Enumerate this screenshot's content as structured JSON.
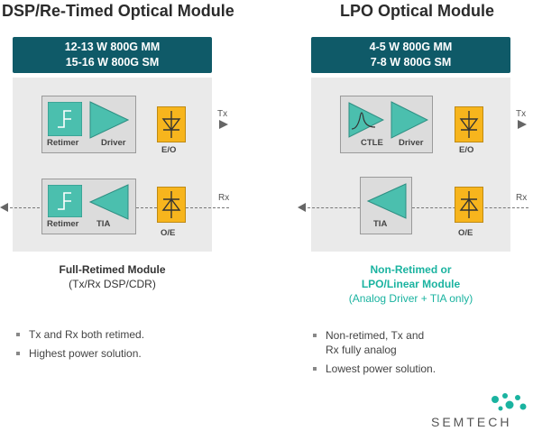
{
  "left": {
    "title": "DSP/Re-Timed Optical Module",
    "banner_line1": "12-13 W 800G MM",
    "banner_line2": "15-16 W 800G SM",
    "tx_top_label_1": "Retimer",
    "tx_top_label_2": "Driver",
    "eo_label": "E/O",
    "rx_label_1": "Retimer",
    "rx_label_2": "TIA",
    "oe_label": "O/E",
    "tx_signal": "Tx",
    "rx_signal": "Rx",
    "caption_bold": "Full-Retimed Module",
    "caption_normal": "(Tx/Rx DSP/CDR)",
    "bullets": [
      "Tx and Rx both retimed.",
      "Highest power solution."
    ]
  },
  "right": {
    "title": "LPO Optical Module",
    "banner_line1": "4-5 W 800G MM",
    "banner_line2": "7-8 W 800G SM",
    "tx_top_label_1": "CTLE",
    "tx_top_label_2": "Driver",
    "eo_label": "E/O",
    "rx_label_1": "TIA",
    "oe_label": "O/E",
    "tx_signal": "Tx",
    "rx_signal": "Rx",
    "caption_bold_1": "Non-Retimed or",
    "caption_bold_2": "LPO/Linear Module",
    "caption_normal": "(Analog Driver + TIA only)",
    "bullet1_line1": "Non-retimed, Tx and",
    "bullet1_line2": "Rx fully analog",
    "bullet2": "Lowest power solution."
  },
  "logo": {
    "text": "SEMTECH",
    "icon": "semtech-logo-icon"
  },
  "colors": {
    "banner": "#0f5a68",
    "teal": "#4bbfae",
    "accent_teal_text": "#1ab3a0",
    "component_yellow": "#f7b51d",
    "panel": "#eaeaea"
  }
}
